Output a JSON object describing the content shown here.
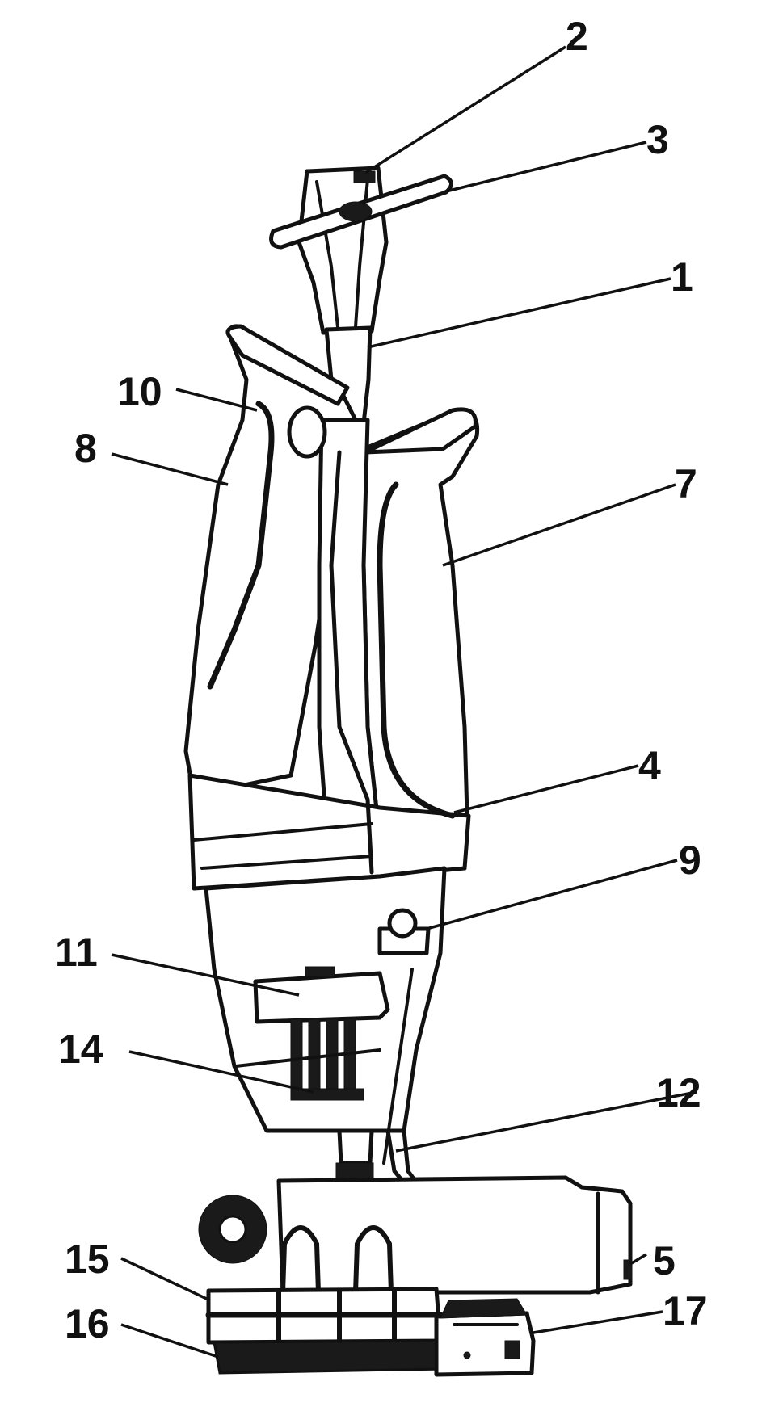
{
  "figure": {
    "labels": [
      {
        "id": "1",
        "text": "1"
      },
      {
        "id": "2",
        "text": "2"
      },
      {
        "id": "3",
        "text": "3"
      },
      {
        "id": "4",
        "text": "4"
      },
      {
        "id": "5",
        "text": "5"
      },
      {
        "id": "7",
        "text": "7"
      },
      {
        "id": "8",
        "text": "8"
      },
      {
        "id": "9",
        "text": "9"
      },
      {
        "id": "10",
        "text": "10"
      },
      {
        "id": "11",
        "text": "11"
      },
      {
        "id": "12",
        "text": "12"
      },
      {
        "id": "14",
        "text": "14"
      },
      {
        "id": "15",
        "text": "15"
      },
      {
        "id": "16",
        "text": "16"
      },
      {
        "id": "17",
        "text": "17"
      }
    ],
    "colors": {
      "ink": "#111111",
      "paper": "#ffffff"
    }
  }
}
